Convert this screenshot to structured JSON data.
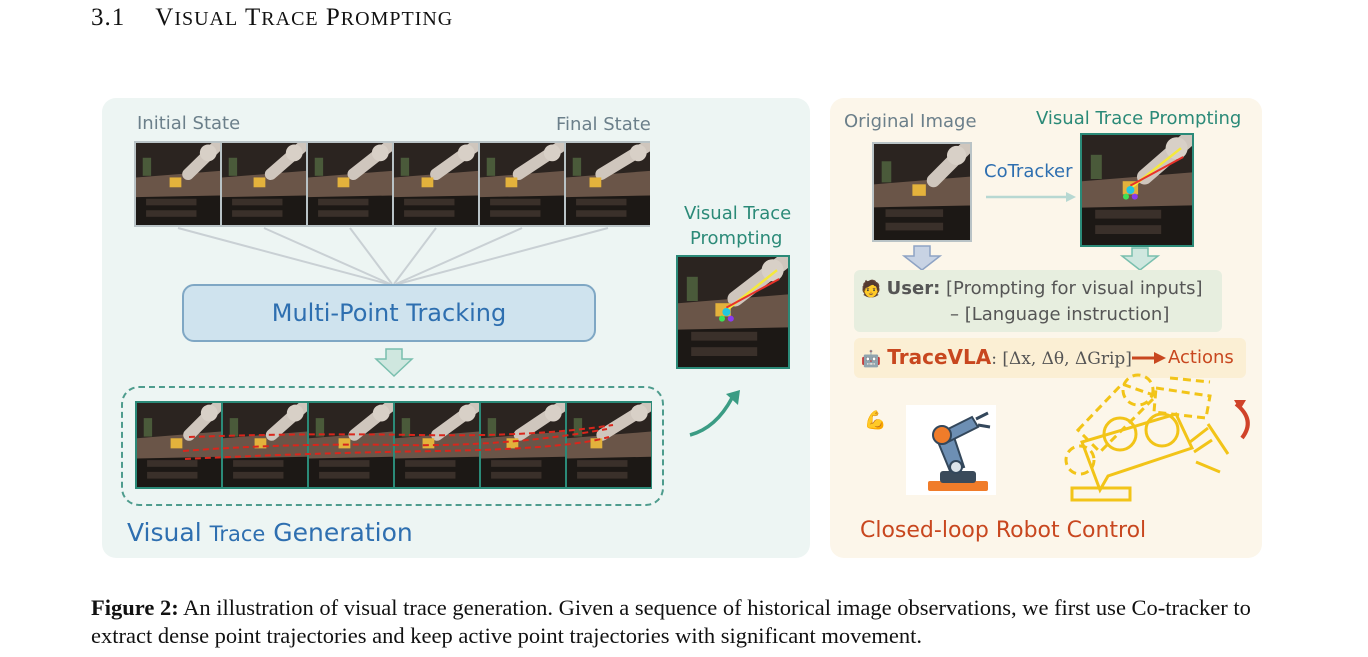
{
  "heading": {
    "number": "3.1",
    "title_first": "V",
    "title_first_rest": "ISUAL",
    "title_second": "T",
    "title_second_rest": "RACE",
    "title_third": "P",
    "title_third_rest": "ROMPTING"
  },
  "left_panel": {
    "initial_state": "Initial State",
    "final_state": "Final State",
    "tracking_label": "Multi-Point Tracking",
    "prompt_label_line1": "Visual Trace",
    "prompt_label_line2": "Prompting",
    "generation_visual": "Visual",
    "generation_trace": "Trace",
    "generation_word": "Generation"
  },
  "right_panel": {
    "original_image": "Original Image",
    "visual_trace_prompting": "Visual Trace Prompting",
    "cotracker": "CoTracker",
    "user_label": "User:",
    "user_line1": "[Prompting for visual inputs]",
    "user_line2": "– [Language instruction]",
    "tracevla_label": "TraceVLA",
    "tracevla_formula": ": [Δx, Δθ, ΔGrip]",
    "actions": "Actions",
    "closed_loop": "Closed-loop Robot Control"
  },
  "caption": {
    "lead": "Figure 2:",
    "text": "An illustration of visual trace generation. Given a sequence of historical image observations, we first use Co-tracker to extract dense point trajectories and keep active point trajectories with significant movement."
  },
  "colors": {
    "teal": "#2b8a78",
    "blue": "#2e6fb0",
    "orange_red": "#c8471f",
    "robot_yellow": "#f2c418",
    "panel_left": "#edf5f3",
    "panel_right": "#fcf6ea"
  },
  "icons": [
    "user-laptop-icon",
    "robot-head-icon",
    "flexed-arm-icon",
    "robot-arm-icon",
    "rotate-arrow-icon"
  ]
}
